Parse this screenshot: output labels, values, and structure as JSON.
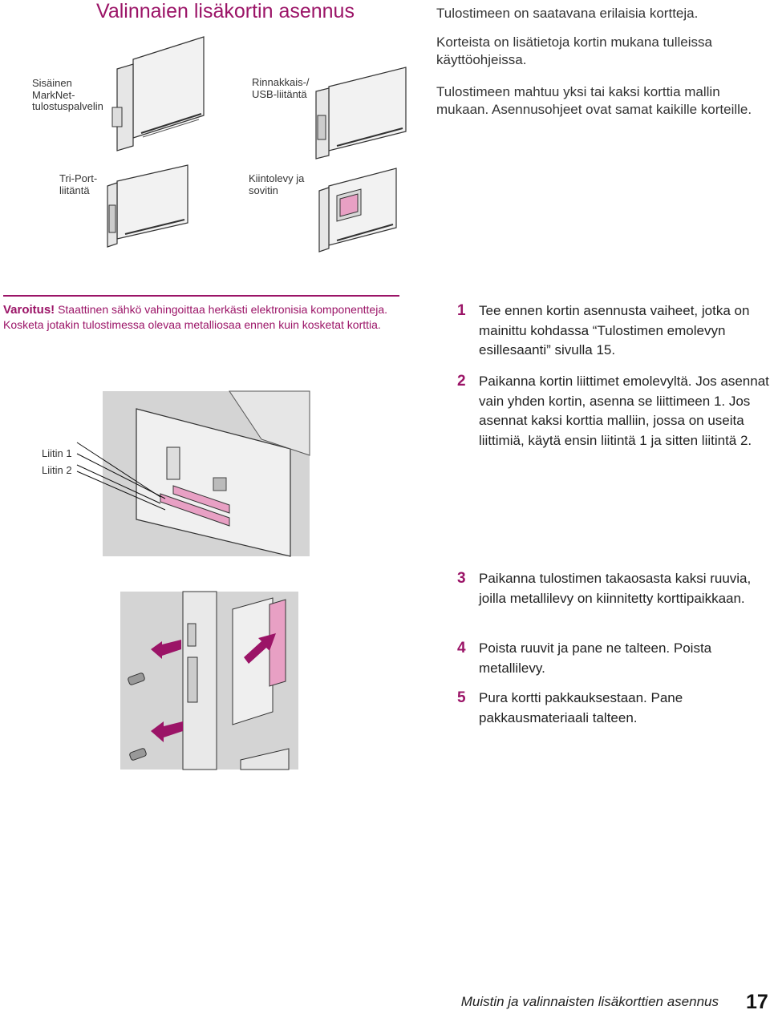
{
  "title": "Valinnaien lisäkortin asennus",
  "intro": {
    "p1": "Tulostimeen on saatavana erilaisia kortteja.",
    "p2": "Korteista on lisätietoja kortin mukana tulleissa käyttöohjeissa.",
    "p3": "Tulostimeen mahtuu yksi tai kaksi korttia mallin mukaan. Asennusohjeet ovat samat kaikille korteille."
  },
  "card_labels": {
    "marknet": "Sisäinen MarkNet-tulostuspalvelin",
    "parallel_usb": "Rinnakkais-/ USB-liitäntä",
    "triport": "Tri-Port-liitäntä",
    "hdd": "Kiintolevy ja sovitin"
  },
  "warning": {
    "label": "Varoitus!",
    "text": "Staattinen sähkö vahingoittaa herkästi elektronisia komponentteja. Kosketa jotakin tulostimessa olevaa metalliosaa ennen kuin kosketat korttia."
  },
  "connector_labels": {
    "c1": "Liitin 1",
    "c2": "Liitin 2"
  },
  "steps": [
    {
      "num": "1",
      "text": "Tee ennen kortin asennusta vaiheet, jotka on mainittu kohdassa “Tulostimen emolevyn esillesaanti” sivulla 15."
    },
    {
      "num": "2",
      "text": "Paikanna kortin liittimet emolevyltä. Jos asennat vain yhden kortin, asenna se liittimeen 1. Jos asennat kaksi korttia malliin, jossa on useita liittimiä, käytä ensin liitintä 1 ja sitten liitintä 2."
    },
    {
      "num": "3",
      "text": "Paikanna tulostimen takaosasta kaksi ruuvia, joilla metallilevy on kiinnitetty korttipaikkaan."
    },
    {
      "num": "4",
      "text": "Poista ruuvit ja pane ne talteen. Poista metallilevy."
    },
    {
      "num": "5",
      "text": "Pura kortti pakkauksestaan. Pane pakkausmateriaali talteen."
    }
  ],
  "footer": {
    "text": "Muistin ja valinnaisten lisäkorttien asennus",
    "page": "17"
  },
  "colors": {
    "accent": "#9b1467",
    "pink": "#e8a0c4",
    "gray_bg": "#dcdcdc"
  }
}
